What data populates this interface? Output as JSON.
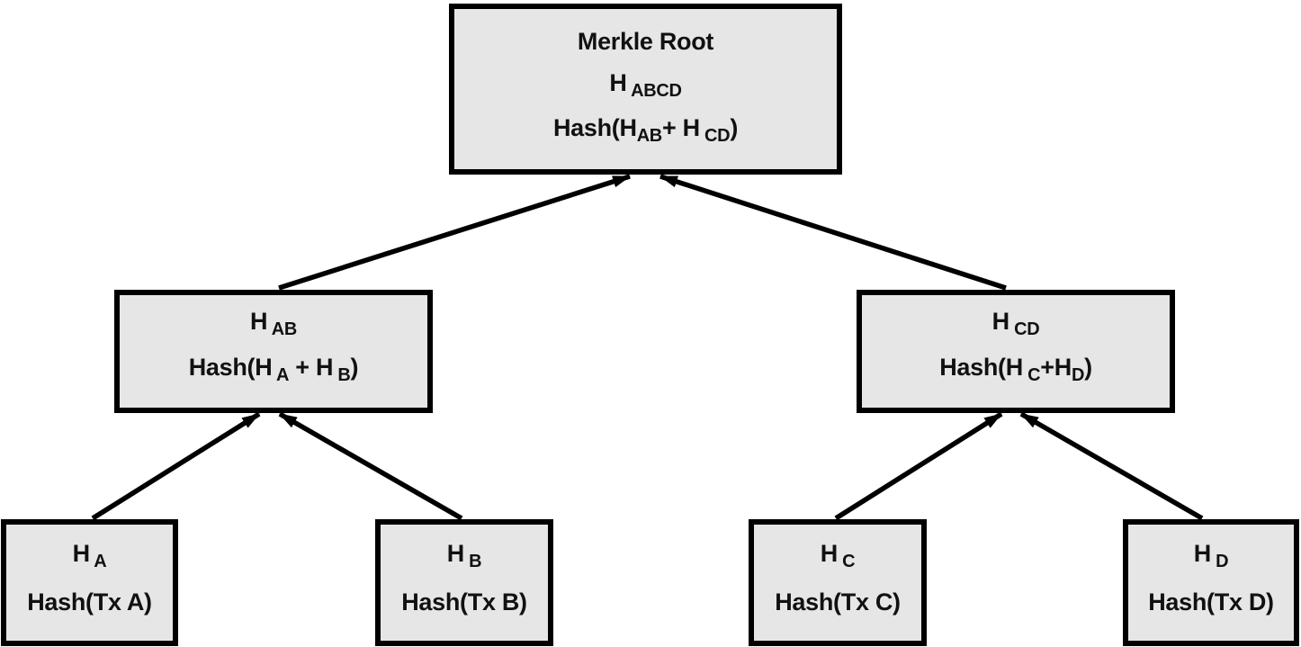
{
  "diagram": {
    "type": "merkle-tree",
    "background_color": "#ffffff",
    "node_fill_color": "#e6e6e6",
    "node_border_color": "#000000",
    "arrow_color": "#000000",
    "nodes": [
      {
        "id": "merkle-root",
        "lines": [
          [
            {
              "t": "Merkle Root"
            }
          ],
          [
            {
              "t": "H"
            },
            {
              "s": " ABCD"
            }
          ],
          [
            {
              "t": "Hash(H"
            },
            {
              "s": "AB"
            },
            {
              "t": "+ H"
            },
            {
              "s": " CD"
            },
            {
              "t": ")"
            }
          ]
        ]
      },
      {
        "id": "hash-ab",
        "lines": [
          [
            {
              "t": "H"
            },
            {
              "s": " AB"
            }
          ],
          [
            {
              "t": "Hash(H"
            },
            {
              "s": " A"
            },
            {
              "t": " + H"
            },
            {
              "s": " B"
            },
            {
              "t": ")"
            }
          ]
        ]
      },
      {
        "id": "hash-cd",
        "lines": [
          [
            {
              "t": "H"
            },
            {
              "s": " CD"
            }
          ],
          [
            {
              "t": "Hash(H"
            },
            {
              "s": " C"
            },
            {
              "t": "+H"
            },
            {
              "s": "D"
            },
            {
              "t": ")"
            }
          ]
        ]
      },
      {
        "id": "hash-a",
        "lines": [
          [
            {
              "t": "H"
            },
            {
              "s": " A"
            }
          ],
          [
            {
              "t": "Hash(Tx A)"
            }
          ]
        ]
      },
      {
        "id": "hash-b",
        "lines": [
          [
            {
              "t": "H"
            },
            {
              "s": " B"
            }
          ],
          [
            {
              "t": "Hash(Tx B)"
            }
          ]
        ]
      },
      {
        "id": "hash-c",
        "lines": [
          [
            {
              "t": "H"
            },
            {
              "s": " C"
            }
          ],
          [
            {
              "t": "Hash(Tx C)"
            }
          ]
        ]
      },
      {
        "id": "hash-d",
        "lines": [
          [
            {
              "t": "H"
            },
            {
              "s": " D"
            }
          ],
          [
            {
              "t": "Hash(Tx D)"
            }
          ]
        ]
      }
    ],
    "edges": [
      {
        "from": "hash-ab",
        "to": "merkle-root"
      },
      {
        "from": "hash-cd",
        "to": "merkle-root"
      },
      {
        "from": "hash-a",
        "to": "hash-ab"
      },
      {
        "from": "hash-b",
        "to": "hash-ab"
      },
      {
        "from": "hash-c",
        "to": "hash-cd"
      },
      {
        "from": "hash-d",
        "to": "hash-cd"
      }
    ]
  }
}
